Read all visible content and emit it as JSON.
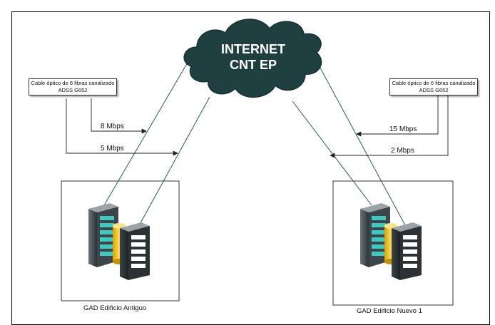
{
  "cloud": {
    "line1": "INTERNET",
    "line2": "CNT EP",
    "color": "#1f3f41"
  },
  "cables": {
    "left": {
      "line1": "Cable óptico de 6 fibras canalizado",
      "line2": "ADSS G652"
    },
    "right": {
      "line1": "Cable óptico de 6 fibras canalizado",
      "line2": "ADSS G652"
    }
  },
  "links": {
    "left_upper": "8 Mbps",
    "left_lower": "5 Mbps",
    "right_upper": "15 Mbps",
    "right_lower": "2 Mbps"
  },
  "buildings": {
    "left": "GAD Edificio Antiguo",
    "right": "GAD Edificio Nuevo 1"
  },
  "icons": [
    "server-icon",
    "database-icon",
    "cloud-icon"
  ]
}
